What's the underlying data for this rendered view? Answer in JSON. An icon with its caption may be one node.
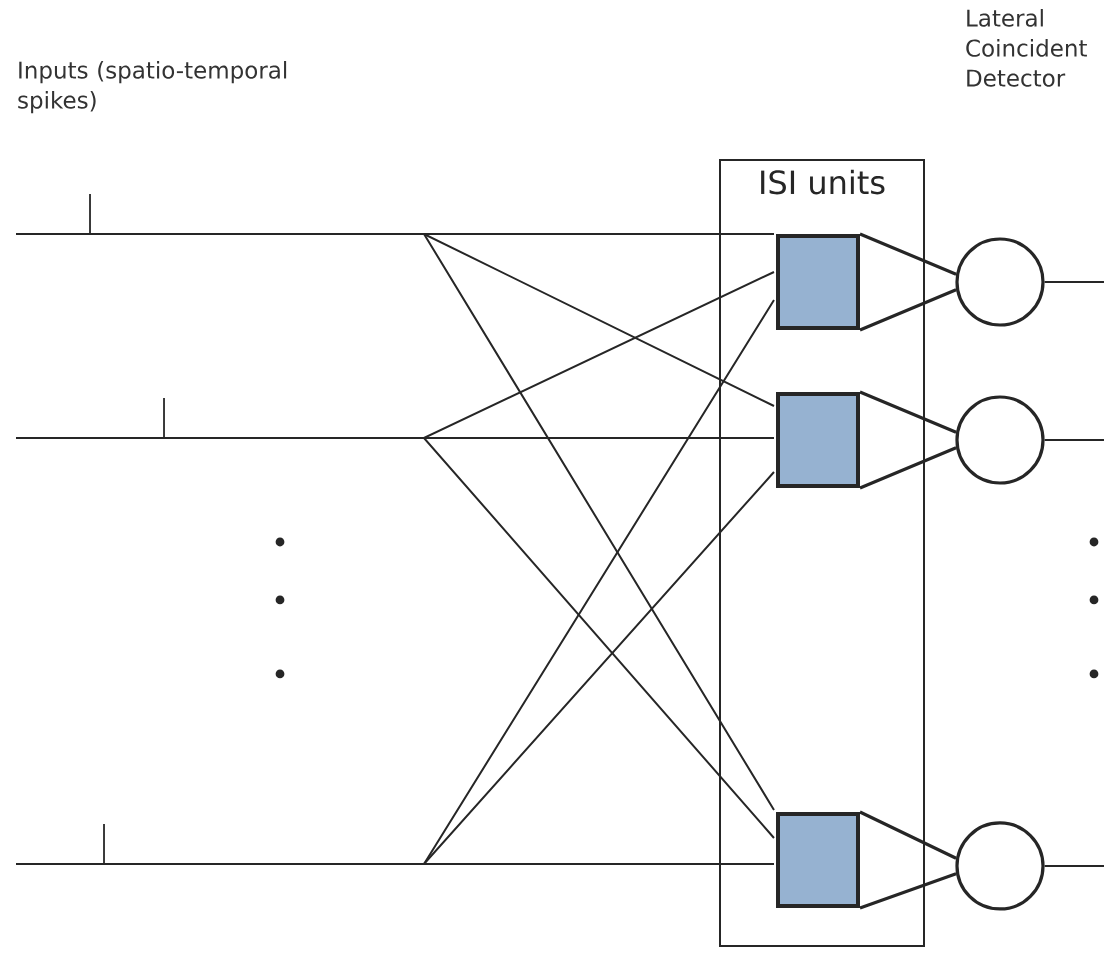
{
  "diagram": {
    "nodes": [
      {
        "text": [
          "ISI units"
        ]
      },
      {
        "text": [],
        "shape": "box",
        "in": 0
      },
      {
        "text": [],
        "shape": "box",
        "in": 0
      },
      {
        "text": [],
        "shape": "box",
        "in": 0
      },
      {
        "text": [],
        "shape": "circle"
      },
      {
        "text": [],
        "shape": "circle"
      },
      {
        "text": [],
        "shape": "circle"
      }
    ],
    "edges": [
      {
        "from": null,
        "to": 1,
        "arrow": "none"
      },
      {
        "from": null,
        "to": 2,
        "arrow": "none"
      },
      {
        "from": null,
        "to": 3,
        "arrow": "none"
      },
      {
        "from": null,
        "to": 1,
        "arrow": "none"
      },
      {
        "from": null,
        "to": 2,
        "arrow": "none"
      },
      {
        "from": null,
        "to": 3,
        "arrow": "none"
      },
      {
        "from": null,
        "to": 1,
        "arrow": "none"
      },
      {
        "from": null,
        "to": 2,
        "arrow": "none"
      },
      {
        "from": null,
        "to": 3,
        "arrow": "none"
      },
      {
        "from": 1,
        "to": 4,
        "arrow": "none"
      },
      {
        "from": 2,
        "to": 5,
        "arrow": "none"
      },
      {
        "from": 3,
        "to": 6,
        "arrow": "none"
      },
      {
        "from": 4,
        "to": null,
        "arrow": "none"
      },
      {
        "from": 5,
        "to": null,
        "arrow": "none"
      },
      {
        "from": 6,
        "to": null,
        "arrow": "none"
      }
    ],
    "labels": [
      "Inputs (spatio-temporal spikes)",
      "Lateral Coincident Detector"
    ]
  }
}
